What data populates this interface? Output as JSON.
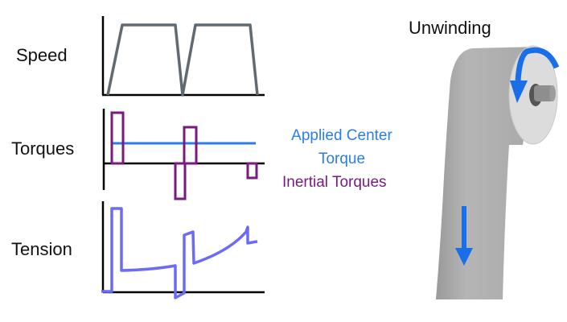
{
  "labels": {
    "speed": "Speed",
    "torques": "Torques",
    "tension": "Tension",
    "title": "Unwinding"
  },
  "legend": {
    "applied_line1": "Applied Center",
    "applied_line2": "Torque",
    "inertial": "Inertial Torques"
  },
  "colors": {
    "speed": "#5f6a72",
    "applied_torque": "#2b7de9",
    "inertial_torque": "#7b1a7e",
    "tension": "#6b6bf5",
    "arrow": "#1a6fe8",
    "roll": "#b8b8b8"
  }
}
